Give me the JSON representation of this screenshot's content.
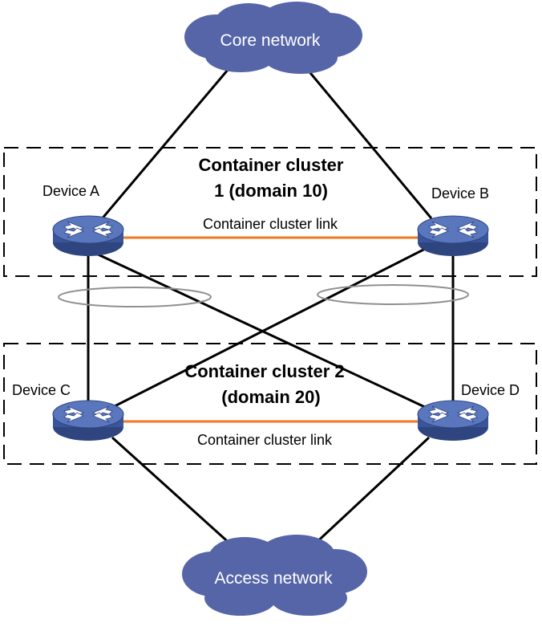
{
  "clouds": {
    "core": "Core network",
    "access": "Access network"
  },
  "clusters": [
    {
      "title_line1": "Container cluster",
      "title_line2": "1 (domain 10)",
      "link_label": "Container cluster link"
    },
    {
      "title_line1": "Container cluster 2",
      "title_line2": "(domain 20)",
      "link_label": "Container cluster link"
    }
  ],
  "devices": {
    "a": "Device A",
    "b": "Device B",
    "c": "Device C",
    "d": "Device D"
  },
  "colors": {
    "device_fill": "#4f6ab0",
    "device_dark": "#2e4580",
    "cloud_fill": "#5565a8",
    "cluster_link": "#f07a22",
    "link": "#000000",
    "aggregation_ring": "#909090"
  }
}
